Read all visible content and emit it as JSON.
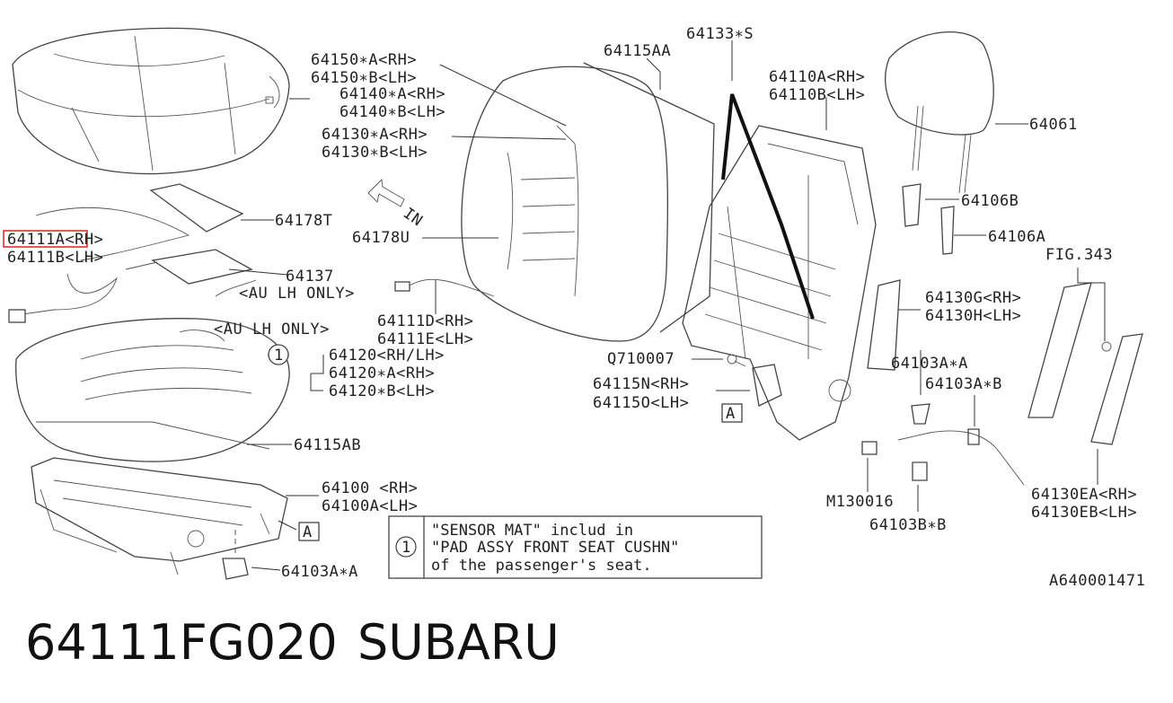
{
  "labels": {
    "l64150A": "64150∗A<RH>",
    "l64150B": "64150∗B<LH>",
    "l64140A": "64140∗A<RH>",
    "l64140B": "64140∗B<LH>",
    "l64130A": "64130∗A<RH>",
    "l64130B": "64130∗B<LH>",
    "l64115AA": "64115AA",
    "l64133S": "64133∗S",
    "l64110A": "64110A<RH>",
    "l64110B": "64110B<LH>",
    "l64061": "64061",
    "l64178T": "64178T",
    "l64111A": "64111A<RH>",
    "l64111B": "64111B<LH>",
    "l64178U": "64178U",
    "l64106B": "64106B",
    "l64106A": "64106A",
    "lFIG343": "FIG.343",
    "l64137": "64137",
    "lAULH1": "<AU LH ONLY>",
    "l64130G": "64130G<RH>",
    "l64130H": "64130H<LH>",
    "l64111D": "64111D<RH>",
    "l64111E": "64111E<LH>",
    "lAULH2": "<AU LH ONLY>",
    "l64120": "64120<RH/LH>",
    "l64120A": "64120∗A<RH>",
    "l64120B": "64120∗B<LH>",
    "lQ710007": "Q710007",
    "l64103AxA": "64103A∗A",
    "l64103AxB": "64103A∗B",
    "l64115N": "64115N<RH>",
    "l64115O": "64115O<LH>",
    "l64115AB": "64115AB",
    "l64100": "64100 <RH>",
    "l64100A": "64100A<LH>",
    "lM130016": "M130016",
    "l64103BB": "64103B∗B",
    "l64130EA": "64130EA<RH>",
    "l64130EB": "64130EB<LH>",
    "l64103AA2": "64103A∗A",
    "lA640001471": "A640001471",
    "refA": "A",
    "refCircle": "1",
    "inArrow": "IN"
  },
  "note": {
    "number": "1",
    "line1": "\"SENSOR MAT\" includ in",
    "line2": "\"PAD ASSY FRONT SEAT CUSHN\"",
    "line3": "of the passenger's seat."
  },
  "highlight_color": "#e02020",
  "footer": {
    "part_number": "64111FG020",
    "brand": "SUBARU"
  }
}
